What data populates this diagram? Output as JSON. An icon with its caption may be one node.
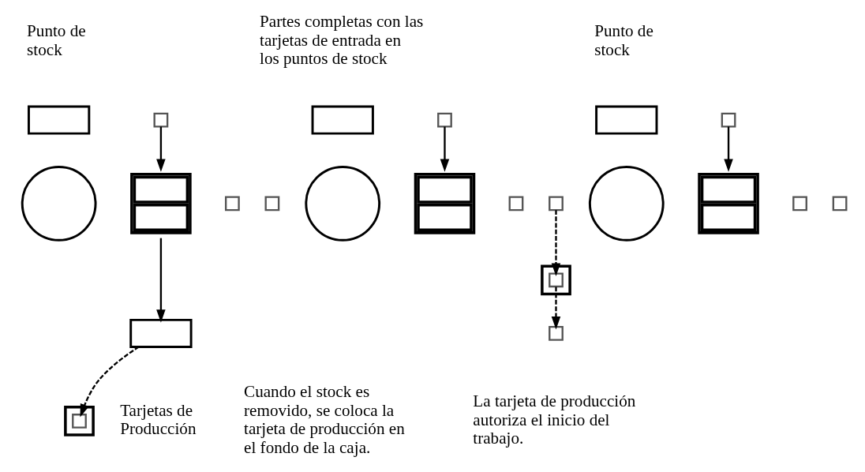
{
  "diagram": {
    "nodes": [
      {
        "text": [],
        "shape": "box"
      },
      {
        "text": [],
        "shape": "box"
      },
      {
        "text": [],
        "shape": "circle"
      },
      {
        "text": [],
        "shape": "box"
      },
      {
        "text": [],
        "shape": "box"
      },
      {
        "text": [],
        "shape": "box"
      },
      {
        "text": [],
        "shape": "box"
      },
      {
        "text": [],
        "shape": "box"
      },
      {
        "text": [],
        "shape": "circle"
      },
      {
        "text": [],
        "shape": "box"
      },
      {
        "text": [],
        "shape": "box"
      },
      {
        "text": [],
        "shape": "box"
      },
      {
        "text": [],
        "shape": "box"
      },
      {
        "text": [],
        "shape": "box"
      },
      {
        "text": [],
        "shape": "box"
      },
      {
        "text": [],
        "shape": "box"
      },
      {
        "text": [],
        "shape": "circle"
      },
      {
        "text": [],
        "shape": "box"
      },
      {
        "text": [],
        "shape": "box"
      },
      {
        "text": [],
        "shape": "box"
      },
      {
        "text": [],
        "shape": "box"
      },
      {
        "text": [],
        "shape": "box",
        "in": 20
      },
      {
        "text": [],
        "shape": "box"
      },
      {
        "text": [],
        "shape": "box",
        "in": 22
      }
    ],
    "edges": [
      {
        "from": 1,
        "to": 3,
        "arrow": "to"
      },
      {
        "from": 3,
        "to": 9,
        "arrow": "to"
      },
      {
        "from": 9,
        "to": 21,
        "arrow": "to",
        "style": "dashed"
      },
      {
        "from": 7,
        "to": 10,
        "arrow": "to"
      },
      {
        "from": 12,
        "to": 23,
        "arrow": "to",
        "style": "dashed"
      },
      {
        "from": 23,
        "to": 13,
        "arrow": "to",
        "style": "dashed"
      },
      {
        "from": 15,
        "to": 17,
        "arrow": "to"
      }
    ],
    "labels": [
      "Punto de stock",
      "Partes completas con las tarjetas de entrada en los puntos de stock",
      "Punto de stock",
      "Tarjetas de Producción",
      "Cuando el stock es removido, se coloca la tarjeta de producción en el fondo de la caja.",
      "La tarjeta de producción autoriza el inicio del trabajo."
    ]
  }
}
